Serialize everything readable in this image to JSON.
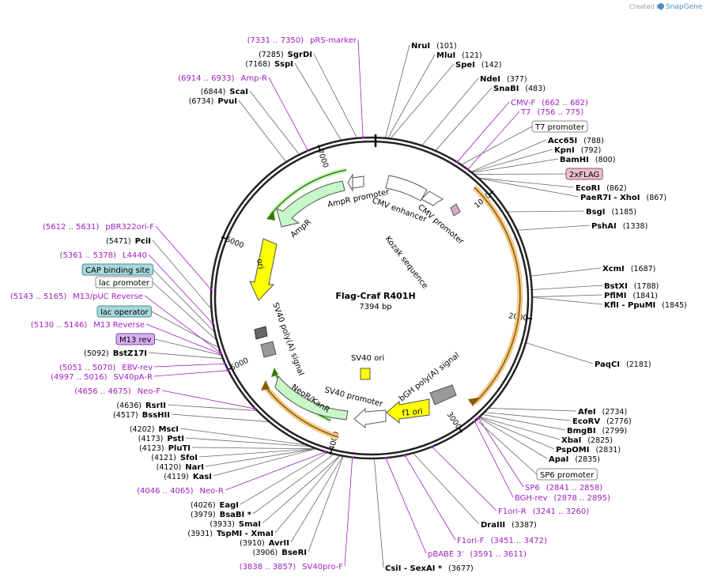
{
  "plasmid": {
    "name": "Flag-Craf R401H",
    "size_label": "7394 bp",
    "length": 7394
  },
  "credit": {
    "prefix": "Created by",
    "brand": "SnapGene"
  },
  "ticks": [
    "1000",
    "2000",
    "3000",
    "4000",
    "5000",
    "6000",
    "7000"
  ],
  "colors": {
    "ring": "#222222",
    "primer": "#a020c0",
    "feature_green": "#c8f7c8",
    "feature_yellow": "#ffff00",
    "orange": "#f3c98b"
  },
  "sites": [
    {
      "name": "NruI",
      "pos": "(101)"
    },
    {
      "name": "MluI",
      "pos": "(121)"
    },
    {
      "name": "SpeI",
      "pos": "(142)"
    },
    {
      "name": "NdeI",
      "pos": "(377)"
    },
    {
      "name": "SnaBI",
      "pos": "(483)"
    },
    {
      "name": "Acc65I",
      "pos": "(788)"
    },
    {
      "name": "KpnI",
      "pos": "(792)"
    },
    {
      "name": "BamHI",
      "pos": "(800)"
    },
    {
      "name": "EcoRI",
      "pos": "(862)"
    },
    {
      "name": "PaeR7I - XhoI",
      "pos": "(867)"
    },
    {
      "name": "BsgI",
      "pos": "(1185)"
    },
    {
      "name": "PshAI",
      "pos": "(1338)"
    },
    {
      "name": "XcmI",
      "pos": "(1687)"
    },
    {
      "name": "BstXI",
      "pos": "(1788)"
    },
    {
      "name": "PflMI",
      "pos": "(1841)"
    },
    {
      "name": "KflI - PpuMI",
      "pos": "(1845)"
    },
    {
      "name": "PaqCI",
      "pos": "(2181)"
    },
    {
      "name": "AfeI",
      "pos": "(2734)"
    },
    {
      "name": "EcoRV",
      "pos": "(2776)"
    },
    {
      "name": "BmgBI",
      "pos": "(2799)"
    },
    {
      "name": "XbaI",
      "pos": "(2825)"
    },
    {
      "name": "PspOMI",
      "pos": "(2831)"
    },
    {
      "name": "ApaI",
      "pos": "(2835)"
    },
    {
      "name": "DraIII",
      "pos": "(3387)"
    },
    {
      "name": "CsiI - SexAI *",
      "pos": "(3677)"
    },
    {
      "name": "BseRI",
      "pos": "(3906)"
    },
    {
      "name": "AvrII",
      "pos": "(3910)"
    },
    {
      "name": "TspMI - XmaI",
      "pos": "(3931)"
    },
    {
      "name": "SmaI",
      "pos": "(3933)"
    },
    {
      "name": "BsaBI *",
      "pos": "(3979)"
    },
    {
      "name": "EagI",
      "pos": "(4026)"
    },
    {
      "name": "KasI",
      "pos": "(4119)"
    },
    {
      "name": "NarI",
      "pos": "(4120)"
    },
    {
      "name": "SfoI",
      "pos": "(4121)"
    },
    {
      "name": "PluTI",
      "pos": "(4123)"
    },
    {
      "name": "PstI",
      "pos": "(4173)"
    },
    {
      "name": "MscI",
      "pos": "(4202)"
    },
    {
      "name": "BssHII",
      "pos": "(4517)"
    },
    {
      "name": "RsrII",
      "pos": "(4636)"
    },
    {
      "name": "BstZ17I",
      "pos": "(5092)"
    },
    {
      "name": "PciI",
      "pos": "(5471)"
    },
    {
      "name": "PvuI",
      "pos": "(6734)"
    },
    {
      "name": "ScaI",
      "pos": "(6844)"
    },
    {
      "name": "SspI",
      "pos": "(7168)"
    },
    {
      "name": "SgrDI",
      "pos": "(7285)"
    }
  ],
  "primers": [
    {
      "name": "pRS-marker",
      "pos": "(7331 .. 7350)"
    },
    {
      "name": "Amp-R",
      "pos": "(6914 .. 6933)"
    },
    {
      "name": "CMV-F",
      "pos": "(662 .. 682)"
    },
    {
      "name": "T7",
      "pos": "(756 .. 775)"
    },
    {
      "name": "pBR322ori-F",
      "pos": "(5612 .. 5631)"
    },
    {
      "name": "L4440",
      "pos": "(5361 .. 5378)"
    },
    {
      "name": "M13/pUC Reverse",
      "pos": "(5143 .. 5165)"
    },
    {
      "name": "M13 Reverse",
      "pos": "(5130 .. 5146)"
    },
    {
      "name": "EBV-rev",
      "pos": "(5051 .. 5070)"
    },
    {
      "name": "SV40pA-R",
      "pos": "(4997 .. 5016)"
    },
    {
      "name": "Neo-F",
      "pos": "(4656 .. 4675)"
    },
    {
      "name": "Neo-R",
      "pos": "(4046 .. 4065)"
    },
    {
      "name": "SV40pro-F",
      "pos": "(3838 .. 3857)"
    },
    {
      "name": "pBABE 3'",
      "pos": "(3591 .. 3611)"
    },
    {
      "name": "F1ori-F",
      "pos": "(3451 .. 3472)"
    },
    {
      "name": "F1ori-R",
      "pos": "(3241 .. 3260)"
    },
    {
      "name": "BGH-rev",
      "pos": "(2878 .. 2895)"
    },
    {
      "name": "SP6",
      "pos": "(2841 .. 2858)"
    }
  ],
  "boxed_labels": [
    {
      "name": "T7 promoter",
      "style": "white"
    },
    {
      "name": "2xFLAG",
      "style": "pink"
    },
    {
      "name": "CAP binding site",
      "style": "teal"
    },
    {
      "name": "lac promoter",
      "style": "white"
    },
    {
      "name": "lac operator",
      "style": "teal"
    },
    {
      "name": "M13 rev",
      "style": "violet"
    },
    {
      "name": "SP6 promoter",
      "style": "white"
    }
  ],
  "features": [
    {
      "name": "AmpR promoter"
    },
    {
      "name": "AmpR"
    },
    {
      "name": "ori"
    },
    {
      "name": "CMV enhancer"
    },
    {
      "name": "CMV promoter"
    },
    {
      "name": "Kozak sequence"
    },
    {
      "name": "SV40 poly(A) signal"
    },
    {
      "name": "SV40 ori"
    },
    {
      "name": "NeoR/KanR"
    },
    {
      "name": "SV40 promoter"
    },
    {
      "name": "bGH poly(A) signal"
    },
    {
      "name": "f1 ori"
    }
  ]
}
